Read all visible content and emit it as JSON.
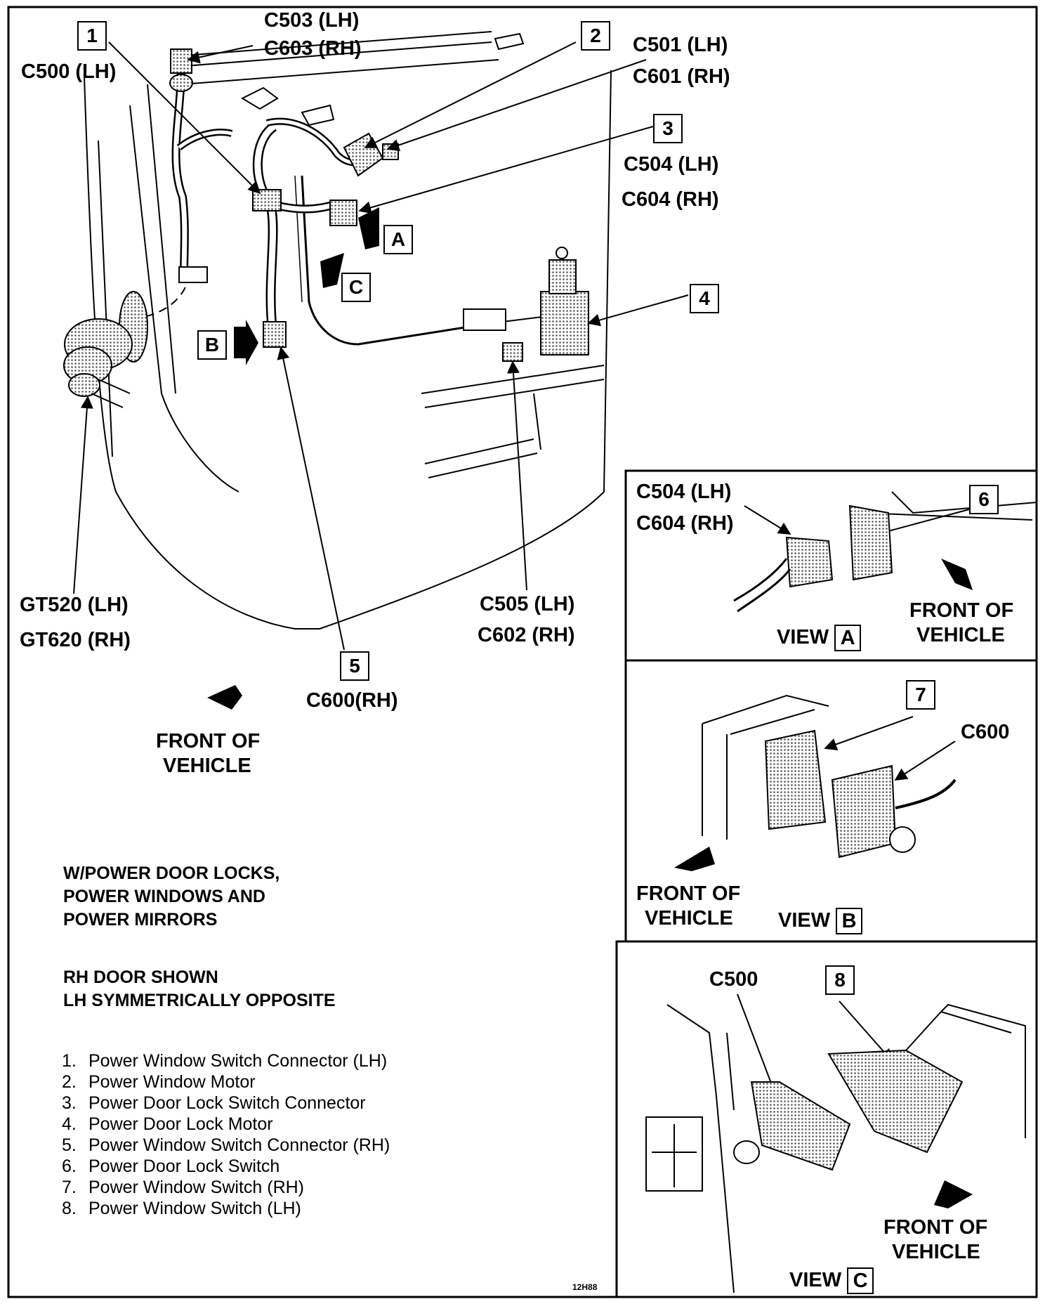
{
  "labels": {
    "c500_lh": "C500 (LH)",
    "c503_lh": "C503 (LH)",
    "c603_rh": "C603 (RH)",
    "c501_lh": "C501 (LH)",
    "c601_rh": "C601 (RH)",
    "c504_lh": "C504 (LH)",
    "c604_rh": "C604 (RH)",
    "gt520_lh": "GT520 (LH)",
    "gt620_rh": "GT620 (RH)",
    "c505_lh": "C505 (LH)",
    "c602_rh": "C602 (RH)",
    "c600_rh": "C600(RH)",
    "front_of": "FRONT OF",
    "vehicle": "VEHICLE"
  },
  "callouts": {
    "n1": "1",
    "n2": "2",
    "n3": "3",
    "n4": "4",
    "n5": "5",
    "n6": "6",
    "n7": "7",
    "n8": "8",
    "a": "A",
    "b": "B",
    "c": "C"
  },
  "views": {
    "a": {
      "c504_lh": "C504 (LH)",
      "c604_rh": "C604 (RH)",
      "title": "VIEW",
      "letter": "A"
    },
    "b": {
      "c600": "C600",
      "title": "VIEW",
      "letter": "B"
    },
    "c": {
      "c500": "C500",
      "title": "VIEW",
      "letter": "C"
    }
  },
  "notes": {
    "line1": "W/POWER DOOR LOCKS,",
    "line2": "POWER WINDOWS AND",
    "line3": "POWER MIRRORS",
    "line4": "RH DOOR SHOWN",
    "line5": "LH SYMMETRICALLY OPPOSITE"
  },
  "legend": [
    {
      "num": "1.",
      "text": "Power Window Switch Connector (LH)"
    },
    {
      "num": "2.",
      "text": "Power Window Motor"
    },
    {
      "num": "3.",
      "text": "Power Door Lock Switch Connector"
    },
    {
      "num": "4.",
      "text": "Power Door Lock Motor"
    },
    {
      "num": "5.",
      "text": "Power Window Switch Connector (RH)"
    },
    {
      "num": "6.",
      "text": "Power Door Lock Switch"
    },
    {
      "num": "7.",
      "text": "Power Window Switch (RH)"
    },
    {
      "num": "8.",
      "text": "Power Window Switch (LH)"
    }
  ],
  "figure_code": "12H88"
}
